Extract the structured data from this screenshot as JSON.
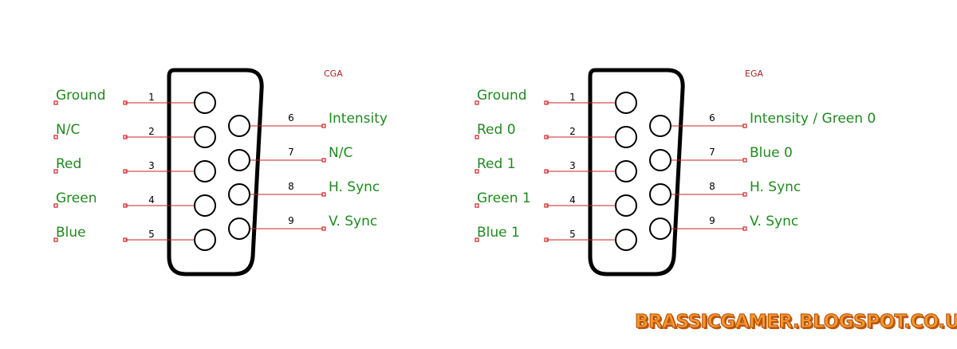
{
  "colors": {
    "label": "#1f8a1f",
    "wire": "#cc2222",
    "title": "#aa2222",
    "number": "#000000",
    "watermark": "#f5972b"
  },
  "connectors": [
    {
      "title": "CGA",
      "left_pins": [
        {
          "num": "1",
          "label": "Ground"
        },
        {
          "num": "2",
          "label": "N/C"
        },
        {
          "num": "3",
          "label": "Red"
        },
        {
          "num": "4",
          "label": "Green"
        },
        {
          "num": "5",
          "label": "Blue"
        }
      ],
      "right_pins": [
        {
          "num": "6",
          "label": "Intensity"
        },
        {
          "num": "7",
          "label": "N/C"
        },
        {
          "num": "8",
          "label": "H. Sync"
        },
        {
          "num": "9",
          "label": "V. Sync"
        }
      ]
    },
    {
      "title": "EGA",
      "left_pins": [
        {
          "num": "1",
          "label": "Ground"
        },
        {
          "num": "2",
          "label": "Red 0"
        },
        {
          "num": "3",
          "label": "Red 1"
        },
        {
          "num": "4",
          "label": "Green 1"
        },
        {
          "num": "5",
          "label": "Blue 1"
        }
      ],
      "right_pins": [
        {
          "num": "6",
          "label": "Intensity / Green 0"
        },
        {
          "num": "7",
          "label": "Blue 0"
        },
        {
          "num": "8",
          "label": "H. Sync"
        },
        {
          "num": "9",
          "label": "V. Sync"
        }
      ]
    }
  ],
  "watermark": "BRASSICGAMER.BLOGSPOT.CO.UK"
}
